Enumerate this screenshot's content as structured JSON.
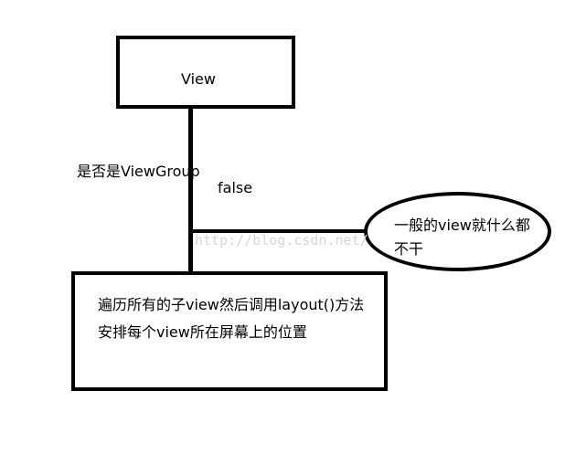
{
  "diagram": {
    "root_box": {
      "label": "View"
    },
    "condition_label": "是否是ViewGroup",
    "branch_label": "false",
    "false_result": {
      "line1": "一般的view就什么都",
      "line2": "不干"
    },
    "true_result": {
      "line1": "遍历所有的子view然后调用layout()方法",
      "line2": "安排每个view所在屏幕上的位置"
    },
    "watermark": "http://blog.csdn.net/"
  },
  "colors": {
    "stroke": "#000000",
    "background": "#ffffff",
    "watermark": "#d6d6d6"
  }
}
